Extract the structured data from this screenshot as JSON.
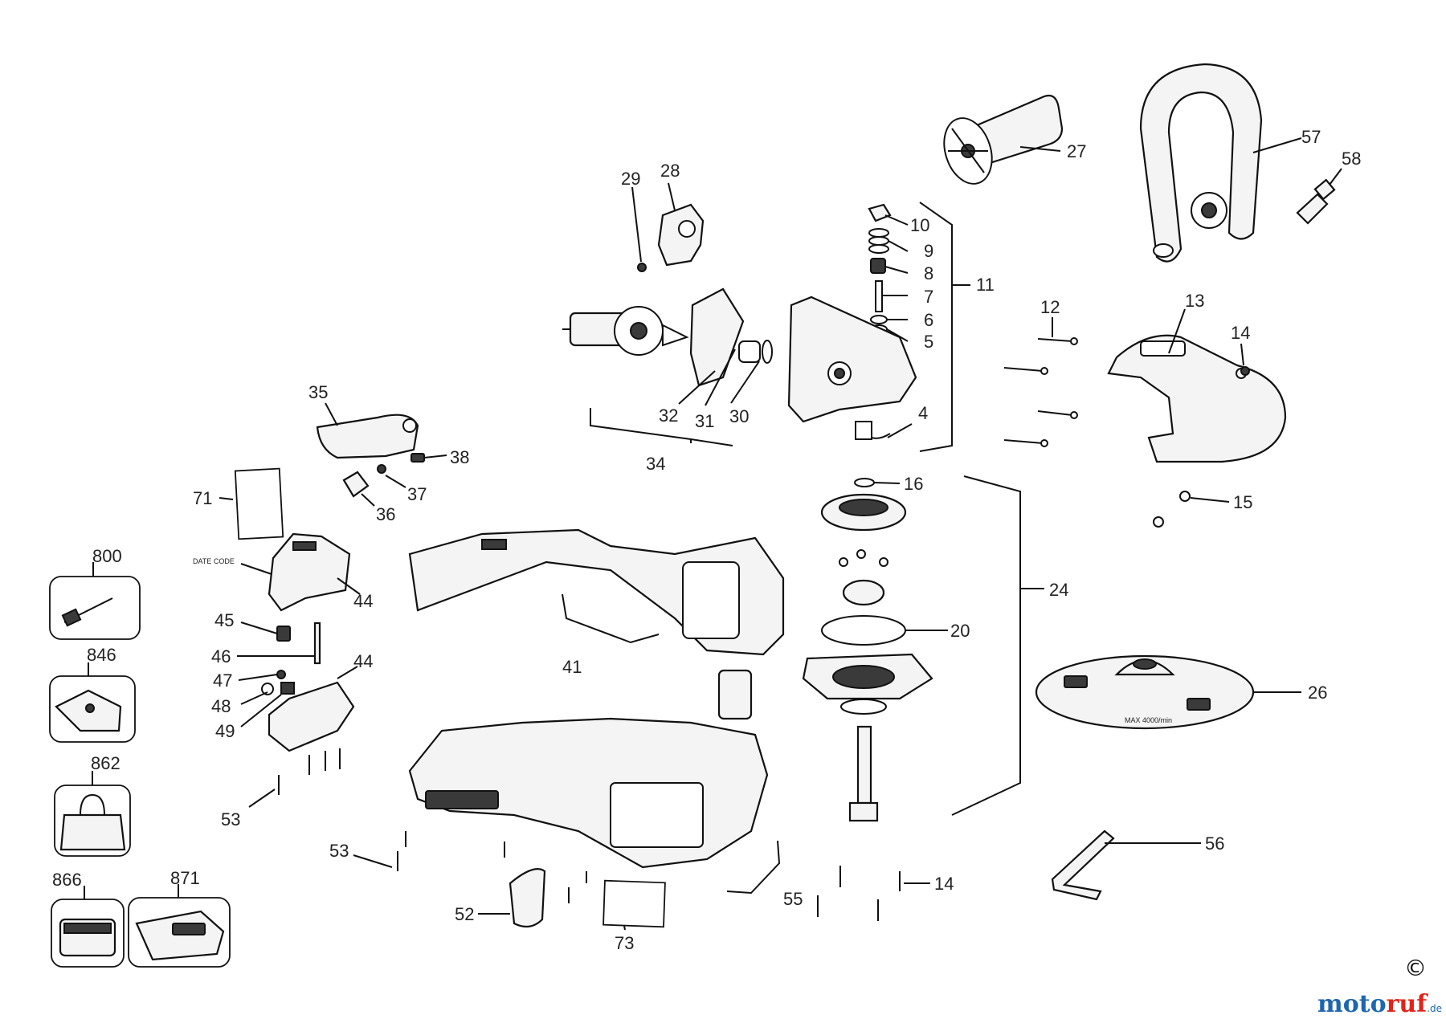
{
  "diagram": {
    "part_numbers": {
      "p4": "4",
      "p5": "5",
      "p6": "6",
      "p7": "7",
      "p8": "8",
      "p9": "9",
      "p10": "10",
      "p11": "11",
      "p12": "12",
      "p13": "13",
      "p14a": "14",
      "p14b": "14",
      "p15": "15",
      "p16": "16",
      "p20": "20",
      "p24": "24",
      "p26": "26",
      "p27": "27",
      "p28": "28",
      "p29": "29",
      "p30": "30",
      "p31": "31",
      "p32": "32",
      "p34": "34",
      "p35": "35",
      "p36": "36",
      "p37": "37",
      "p38": "38",
      "p41": "41",
      "p44a": "44",
      "p44b": "44",
      "p45": "45",
      "p46": "46",
      "p47": "47",
      "p48": "48",
      "p49": "49",
      "p52": "52",
      "p53a": "53",
      "p53b": "53",
      "p55": "55",
      "p56": "56",
      "p57": "57",
      "p58": "58",
      "p71": "71",
      "p73": "73",
      "p800": "800",
      "p846": "846",
      "p862": "862",
      "p866": "866",
      "p871": "871"
    },
    "date_code_label": "DATE CODE",
    "pad_text_1": "MAX 4000/min",
    "copyright_symbol": "©",
    "watermark": {
      "part1": "moto",
      "part2": "ruf",
      "suffix": ".de"
    }
  }
}
